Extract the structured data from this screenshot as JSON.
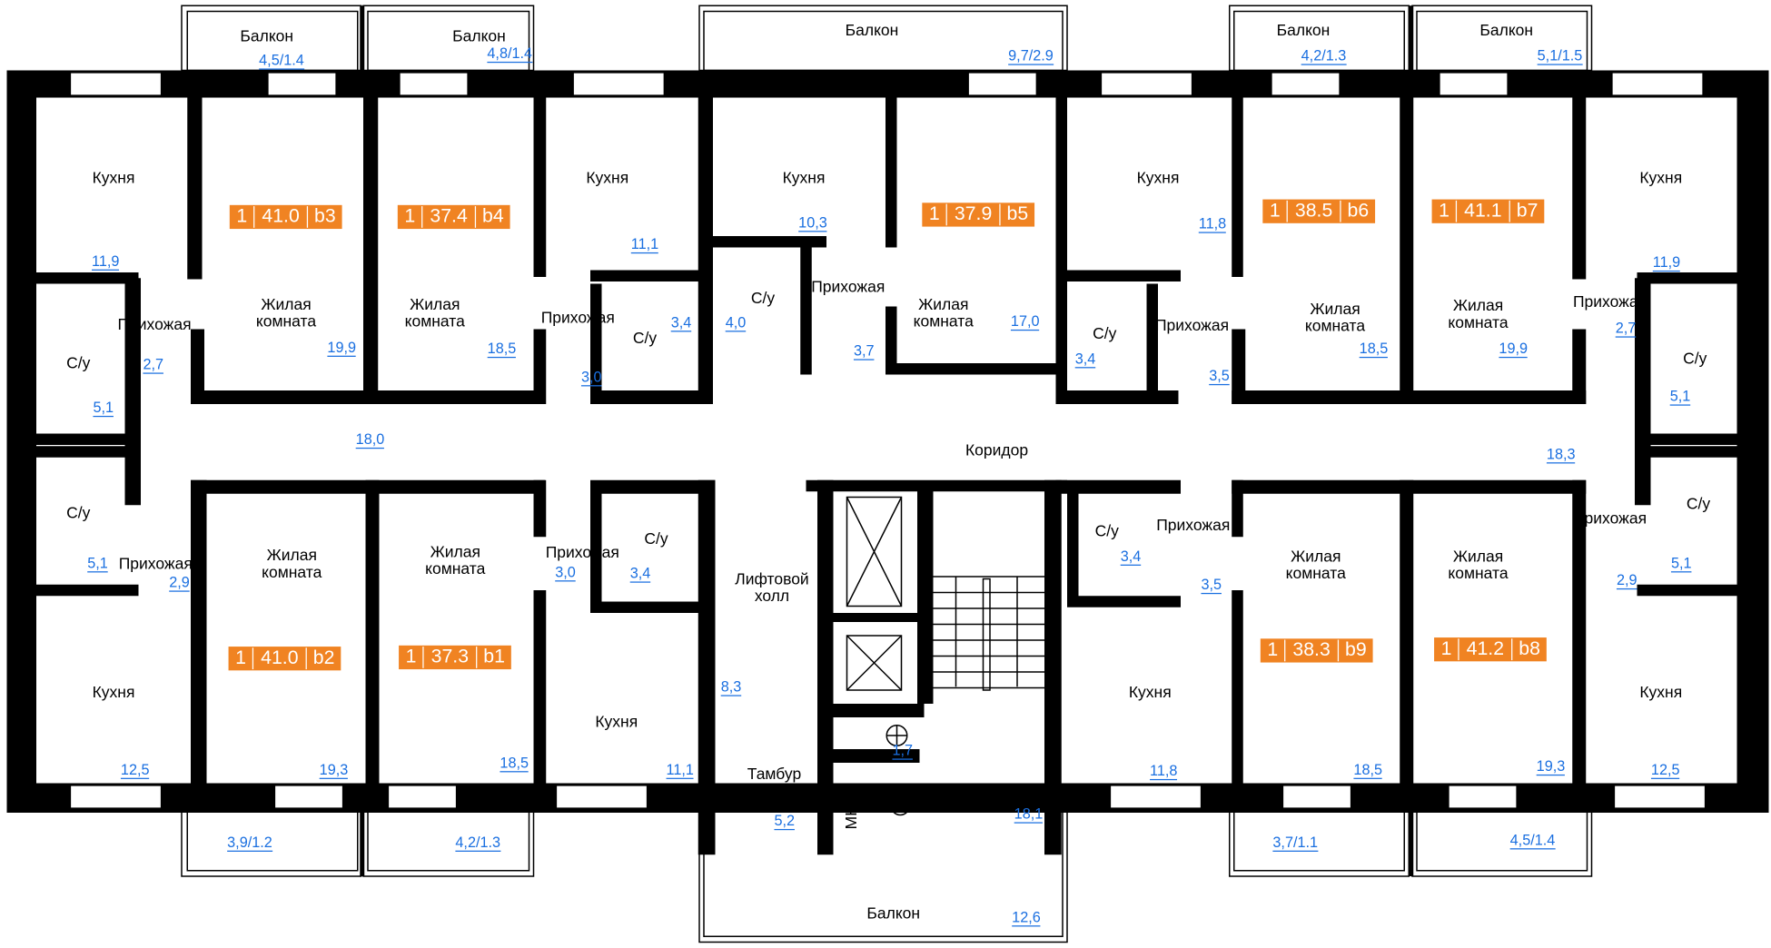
{
  "balconies": {
    "label": "Балкон",
    "top": [
      "4,5/1.4",
      "4,8/1.4",
      "9,7/2.9",
      "4,2/1.3",
      "5,1/1.5"
    ],
    "bottom": [
      "3,9/1.2",
      "4,2/1.3",
      "12,6",
      "3,7/1.1",
      "4,5/1.4"
    ]
  },
  "rooms": {
    "kitchen": "Кухня",
    "living": "Жилая\nкомната",
    "hall": "Прихожая",
    "wc": "С/у",
    "corridor": "Коридор",
    "lift_hall": "Лифтовой\nхолл",
    "vestibule": "Тамбур",
    "mng": "МНГ"
  },
  "apartments": [
    {
      "id": "b3",
      "rooms": "1",
      "area": "41.0",
      "kitchen": "11,9",
      "living": "19,9",
      "hall": "2,7",
      "wc": "5,1"
    },
    {
      "id": "b4",
      "rooms": "1",
      "area": "37.4",
      "kitchen": "11,1",
      "living": "18,5",
      "hall": "3,0",
      "wc": "3,4"
    },
    {
      "id": "b5",
      "rooms": "1",
      "area": "37.9",
      "kitchen": "10,3",
      "living": "17,0",
      "hall": "3,7",
      "wc": "4,0"
    },
    {
      "id": "b6",
      "rooms": "1",
      "area": "38.5",
      "kitchen": "11,8",
      "living": "18,5",
      "hall": "3,5",
      "wc": "3,4"
    },
    {
      "id": "b7",
      "rooms": "1",
      "area": "41.1",
      "kitchen": "11,9",
      "living": "19,9",
      "hall": "2,7",
      "wc": "5,1"
    },
    {
      "id": "b2",
      "rooms": "1",
      "area": "41.0",
      "kitchen": "12,5",
      "living": "19,3",
      "hall": "2,9",
      "wc": "5,1"
    },
    {
      "id": "b1",
      "rooms": "1",
      "area": "37.3",
      "kitchen": "11,1",
      "living": "18,5",
      "hall": "3,0",
      "wc": "3,4"
    },
    {
      "id": "b9",
      "rooms": "1",
      "area": "38.3",
      "kitchen": "11,8",
      "living": "18,5",
      "hall": "3,5",
      "wc": "3,4"
    },
    {
      "id": "b8",
      "rooms": "1",
      "area": "41.2",
      "kitchen": "12,5",
      "living": "19,3",
      "hall": "2,9",
      "wc": "5,1"
    }
  ],
  "common": {
    "corridor_left": "18,0",
    "corridor_right": "18,3",
    "lift_hall": "8,3",
    "vestibule": "5,2",
    "wc": "1,7",
    "stairs": "18,1"
  },
  "colors": {
    "badge": "#f08322",
    "area": "#1a6fe0",
    "wall": "#000000"
  }
}
